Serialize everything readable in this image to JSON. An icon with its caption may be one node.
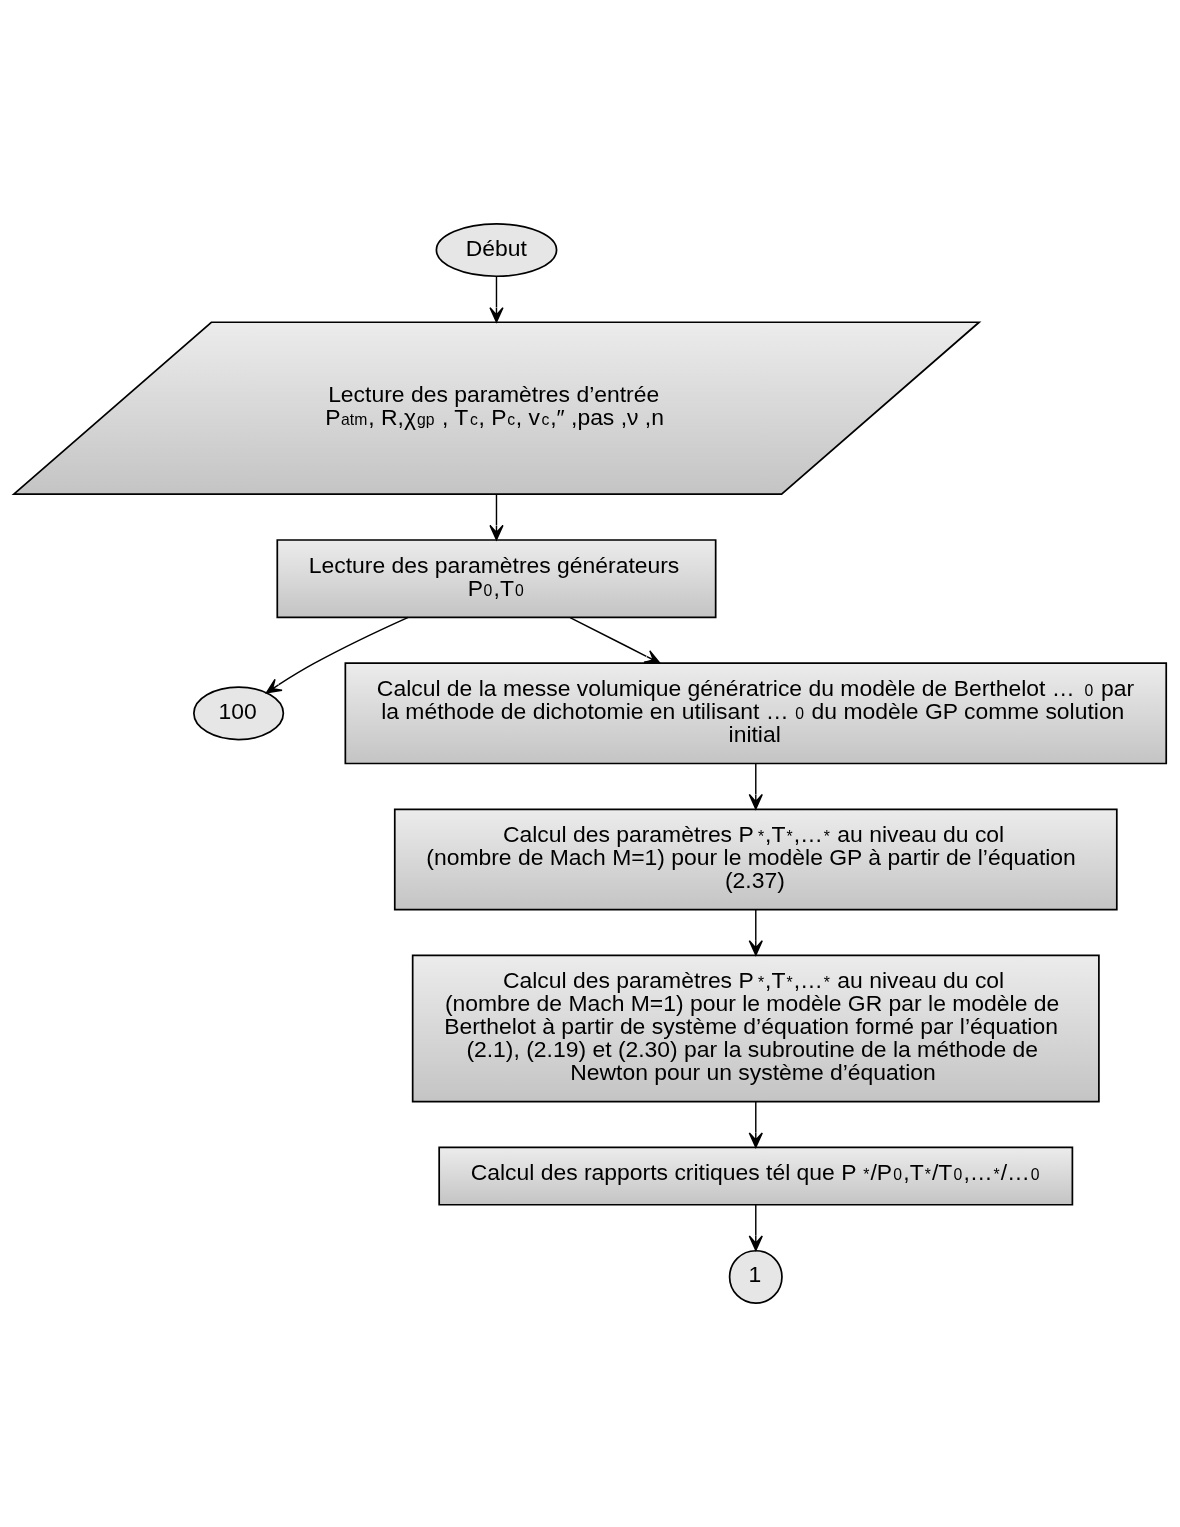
{
  "diagram": {
    "nodes": [
      {
        "text": [
          "Début"
        ]
      },
      {
        "text": [
          "Lecture des paramètres d’entrée",
          "P$_{atm}$, R,χ$_{gp}$ , T$_{c}$, P$_{c}$, v$_{c}$,″ ,pas ,ν ,n"
        ]
      },
      {
        "text": [
          "Lecture des paramètres générateurs",
          "P$_{0}$,T$_{0}$"
        ]
      },
      {
        "text": [
          "100"
        ]
      },
      {
        "text": [
          "Calcul de la messe volumique génératrice du modèle de Berthelot …$_{0}$ par la méthode de dichotomie en utilisant …$_{0}$ du modèle GP comme solution initial"
        ]
      },
      {
        "text": [
          "Calcul des paramètres P$_{*}$,T$_{*}$,…$_{*}$ au niveau du col (nombre de Mach M=1) pour le modèle GP à partir de l’équation (2.37)"
        ]
      },
      {
        "text": [
          "Calcul des paramètres P$_{*}$,T$_{*}$,…$_{*}$ au niveau du col (nombre de Mach M=1) pour le modèle GR par le modèle de Berthelot à partir de système d’équation formé par l’équation (2.1), (2.19) et (2.30) par la subroutine de la méthode de Newton pour un système d’équation"
        ]
      },
      {
        "text": [
          "Calcul des rapports critiques tél que P$_{*}$/P$_{0}$,T$_{*}$/T$_{0}$,…$_{*}$/…$_{0}$"
        ]
      },
      {
        "text": [
          "1"
        ]
      }
    ],
    "edges": [
      {
        "from": 0,
        "to": 1,
        "arrow": "to"
      },
      {
        "from": 1,
        "to": 2,
        "arrow": "to"
      },
      {
        "from": 2,
        "to": 4,
        "arrow": "to"
      },
      {
        "from": 2,
        "to": 3,
        "arrow": "to"
      },
      {
        "from": 4,
        "to": 5,
        "arrow": "to"
      },
      {
        "from": 5,
        "to": 6,
        "arrow": "to"
      },
      {
        "from": 6,
        "to": 7,
        "arrow": "to"
      },
      {
        "from": 7,
        "to": 8,
        "arrow": "to"
      }
    ]
  }
}
